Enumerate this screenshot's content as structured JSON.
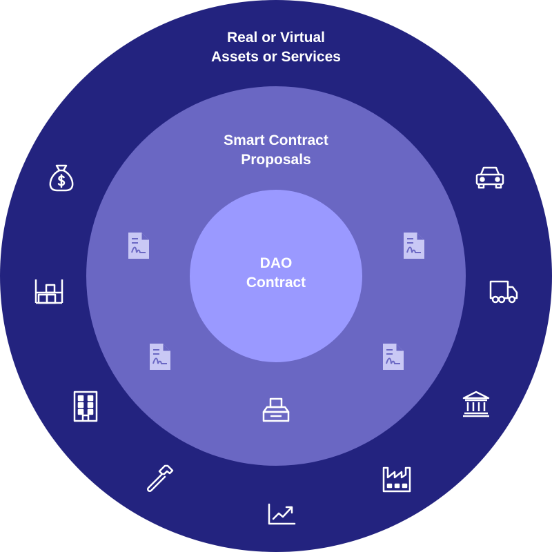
{
  "colors": {
    "outer_ring": "#23237f",
    "middle_ring": "#6a67c3",
    "inner_circle": "#9a99ff",
    "text": "#ffffff",
    "document_icon": "#c9c8f5"
  },
  "outer_ring": {
    "label_line1": "Real or Virtual",
    "label_line2": "Assets or Services",
    "icons": [
      "money-bag-icon",
      "shelves-icon",
      "office-building-icon",
      "hammer-icon",
      "chart-up-icon",
      "factory-icon",
      "bank-icon",
      "truck-icon",
      "car-icon"
    ]
  },
  "middle_ring": {
    "label_line1": "Smart Contract",
    "label_line2": "Proposals",
    "icons": [
      "document-icon",
      "document-icon",
      "document-icon",
      "document-icon",
      "ballot-box-icon"
    ]
  },
  "inner_circle": {
    "label_line1": "DAO",
    "label_line2": "Contract"
  }
}
